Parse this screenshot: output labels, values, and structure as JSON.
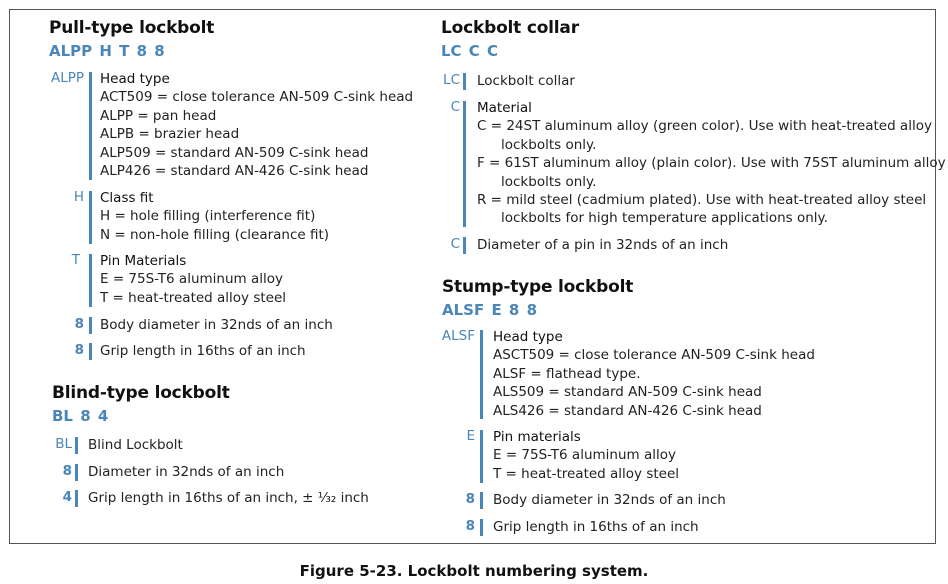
{
  "pull": {
    "title": "Pull-type lockbolt",
    "code": "ALPP H T 8 8",
    "head_label": "ALPP",
    "head_heading": "Head type",
    "head_items": [
      "ACT509 = close tolerance AN-509 C-sink head",
      "ALPP = pan head",
      "ALPB = brazier head",
      "ALP509 = standard AN-509 C-sink head",
      "ALP426 = standard AN-426 C-sink head"
    ],
    "class_label": "H",
    "class_heading": "Class fit",
    "class_items": [
      "H = hole filling (interference fit)",
      "N = non-hole filling (clearance fit)"
    ],
    "pin_label": "T",
    "pin_heading": "Pin Materials",
    "pin_items": [
      "E = 75S-T6 aluminum alloy",
      "T = heat-treated alloy steel"
    ],
    "dia_label": "8",
    "dia_text": "Body diameter in 32nds of an inch",
    "grip_label": "8",
    "grip_text": "Grip length in 16ths of an inch"
  },
  "blind": {
    "title": "Blind-type lockbolt",
    "code": "BL 8 4",
    "bl_label": "BL",
    "bl_text": "Blind Lockbolt",
    "dia_label": "8",
    "dia_text": "Diameter in 32nds of an inch",
    "grip_label": "4",
    "grip_text": "Grip length in 16ths of an inch, ± ¹⁄₃₂ inch"
  },
  "collar": {
    "title": "Lockbolt collar",
    "code": "LC C C",
    "lc_label": "LC",
    "lc_text": "Lockbolt collar",
    "mat_label": "C",
    "mat_heading": "Material",
    "mat_c1": "C = 24ST aluminum alloy (green color). Use with heat-treated alloy",
    "mat_c2": "lockbolts only.",
    "mat_f1": "F = 61ST aluminum alloy (plain color). Use with 75ST aluminum alloy",
    "mat_f2": "lockbolts only.",
    "mat_r1": "R = mild steel (cadmium plated). Use with heat-treated alloy steel",
    "mat_r2": "lockbolts for high temperature applications only.",
    "dia_label": "C",
    "dia_text": "Diameter of a pin in 32nds of an inch"
  },
  "stump": {
    "title": "Stump-type lockbolt",
    "code": "ALSF E 8 8",
    "head_label": "ALSF",
    "head_heading": "Head type",
    "head_items": [
      "ASCT509 = close tolerance AN-509 C-sink head",
      "ALSF = flathead type.",
      "ALS509 = standard AN-509 C-sink head",
      "ALS426 = standard AN-426 C-sink head"
    ],
    "pin_label": "E",
    "pin_heading": "Pin materials",
    "pin_items": [
      "E = 75S-T6 aluminum alloy",
      "T = heat-treated alloy steel"
    ],
    "dia_label": "8",
    "dia_text": "Body diameter in 32nds of an inch",
    "grip_label": "8",
    "grip_text": "Grip length in 16ths of an inch"
  },
  "caption": "Figure 5-23. Lockbolt numbering system.",
  "colors": {
    "accent": "#4a86b8",
    "text": "#222222",
    "border": "#555555"
  }
}
